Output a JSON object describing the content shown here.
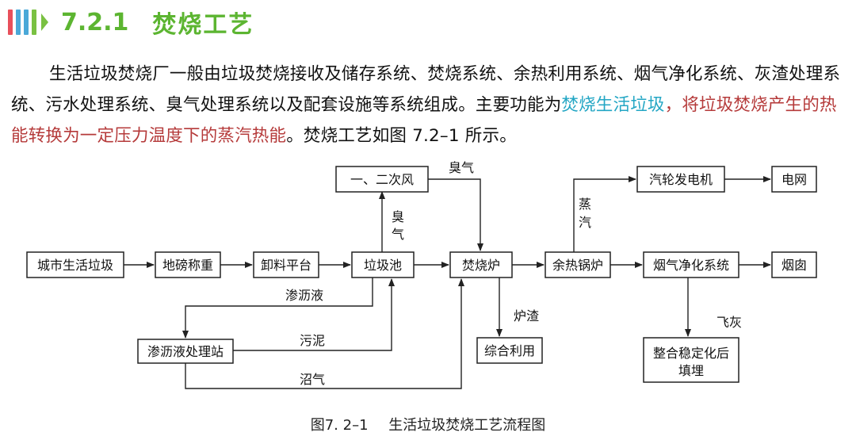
{
  "section": {
    "number": "7.2.1",
    "title": "焚烧工艺",
    "bar_colors": [
      "#e8505b",
      "#4aa8d8",
      "#4aa8d8",
      "#7ac142"
    ]
  },
  "paragraph": {
    "part1": "生活垃圾焚烧厂一般由垃圾焚烧接收及储存系统、焚烧系统、余热利用系统、烟气净化系统、灰渣处理系统、污水处理系统、臭气处理系统以及配套设施等系统组成。主要功能为",
    "highlight1": "焚烧生活垃圾",
    "sep": "，",
    "highlight2": "将垃圾焚烧产生的热能转换为一定压力温度下的蒸汽热能",
    "part2": "。焚烧工艺如图 7.2–1 所示。",
    "highlight1_color": "#23a6c4",
    "highlight2_color": "#b53a3a"
  },
  "diagram": {
    "boxes": {
      "city_waste": "城市生活垃圾",
      "weighbridge": "地磅称重",
      "unload": "卸料平台",
      "pit": "垃圾池",
      "incinerator": "焚烧炉",
      "boiler": "余热锅炉",
      "flue_gas": "烟气净化系统",
      "chimney": "烟囱",
      "air": "一、二次风",
      "turbine": "汽轮发电机",
      "grid": "电网",
      "leachate_station": "渗沥液处理站",
      "utilization": "综合利用",
      "landfill_1": "整合稳定化后",
      "landfill_2": "填埋"
    },
    "labels": {
      "odor_top": "臭气",
      "odor_v1": "臭",
      "odor_v2": "气",
      "steam_v1": "蒸",
      "steam_v2": "汽",
      "leachate": "渗沥液",
      "sludge": "污泥",
      "biogas": "沼气",
      "slag": "炉渣",
      "fly_ash": "飞灰"
    }
  },
  "caption": {
    "figure": "图7. 2–1",
    "title": "生活垃圾焚烧工艺流程图"
  }
}
